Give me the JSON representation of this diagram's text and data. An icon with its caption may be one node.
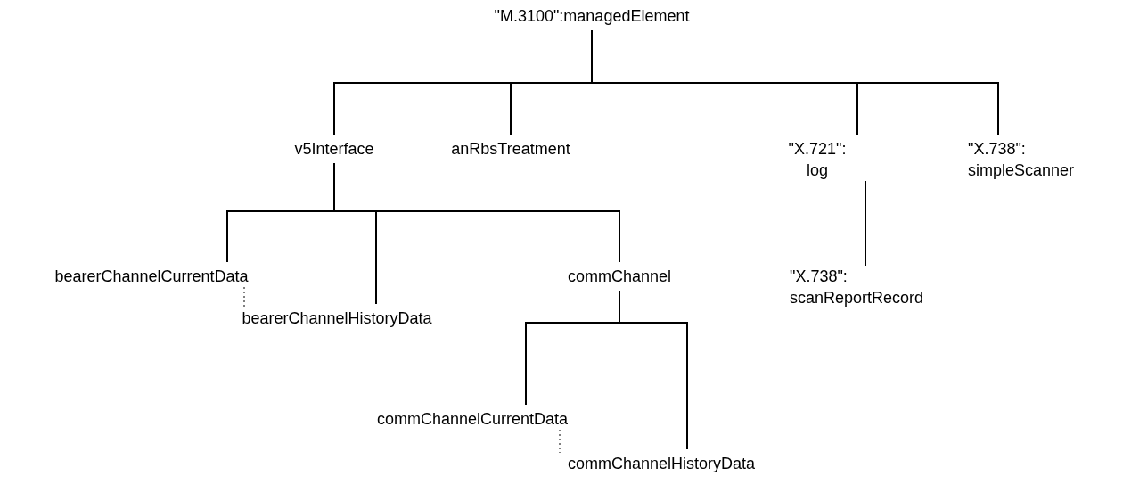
{
  "diagram": {
    "nodes": [
      {
        "text": [
          "\"M.3100\":managedElement"
        ]
      },
      {
        "text": [
          "v5Interface"
        ]
      },
      {
        "text": [
          "anRbsTreatment"
        ]
      },
      {
        "text": [
          "\"X.721\": log"
        ]
      },
      {
        "text": [
          "\"X.738\": simpleScanner"
        ]
      },
      {
        "text": [
          "bearerChannelCurrentData"
        ]
      },
      {
        "text": [
          "bearerChannelHistoryData"
        ]
      },
      {
        "text": [
          "commChannel"
        ]
      },
      {
        "text": [
          "\"X.738\": scanReportRecord"
        ]
      },
      {
        "text": [
          "commChannelCurrentData"
        ]
      },
      {
        "text": [
          "commChannelHistoryData"
        ]
      }
    ],
    "edges": [
      {
        "from": 0,
        "to": 1,
        "arrow": "none"
      },
      {
        "from": 0,
        "to": 2,
        "arrow": "none"
      },
      {
        "from": 0,
        "to": 3,
        "arrow": "none"
      },
      {
        "from": 0,
        "to": 4,
        "arrow": "none"
      },
      {
        "from": 1,
        "to": 5,
        "arrow": "none"
      },
      {
        "from": 1,
        "to": 6,
        "arrow": "none"
      },
      {
        "from": 1,
        "to": 7,
        "arrow": "none"
      },
      {
        "from": 5,
        "to": 6,
        "arrow": "none",
        "style": "dashed"
      },
      {
        "from": 3,
        "to": 8,
        "arrow": "none"
      },
      {
        "from": 7,
        "to": 9,
        "arrow": "none"
      },
      {
        "from": 7,
        "to": 10,
        "arrow": "none"
      },
      {
        "from": 9,
        "to": 10,
        "arrow": "none",
        "style": "dashed"
      }
    ]
  }
}
